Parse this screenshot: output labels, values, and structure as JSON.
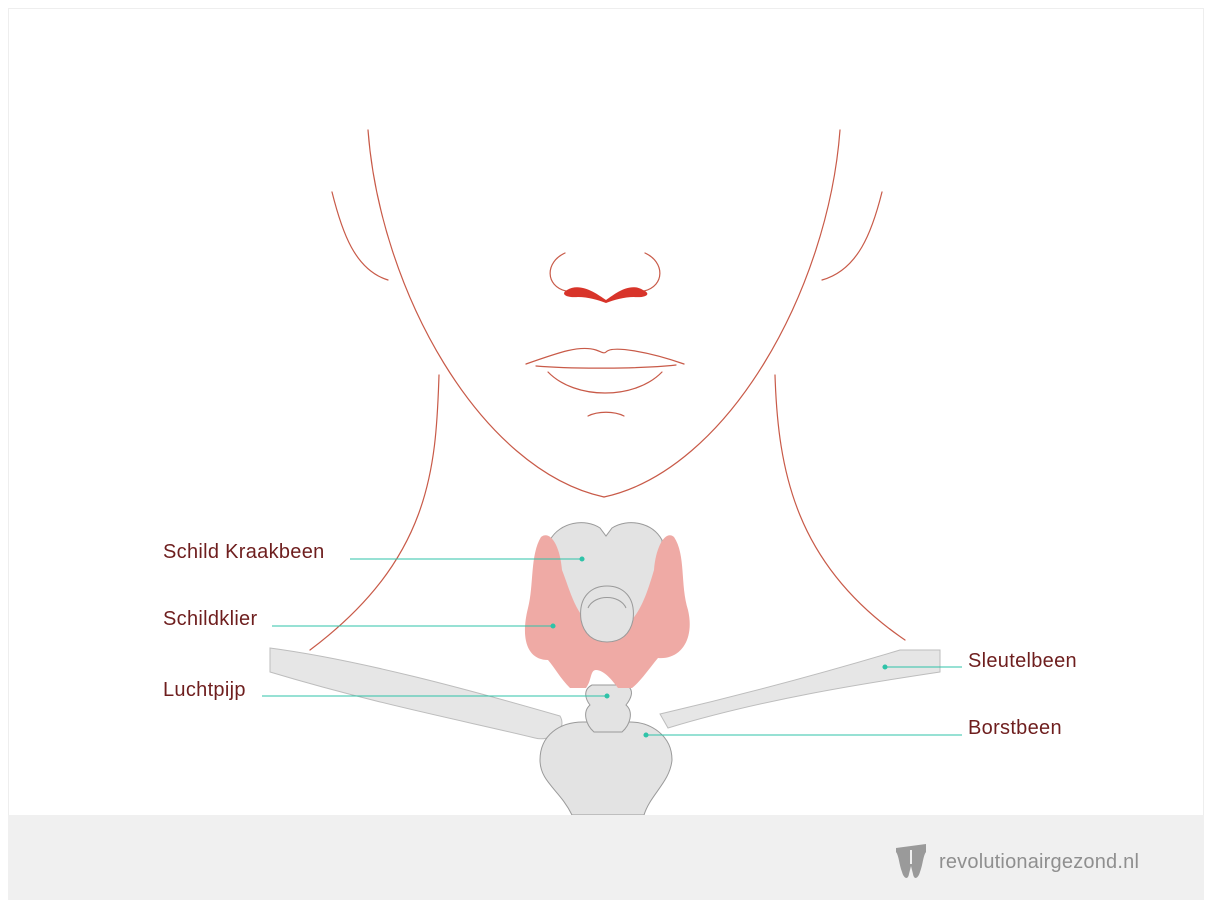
{
  "colors": {
    "outline": "#c85a48",
    "nose": "#d8342a",
    "gland": "#efaaa5",
    "bone": "#e3e3e3",
    "bone_stroke": "#aaaaaa",
    "leader": "#2fc3a8",
    "label": "#6e1e1e",
    "footer_bg": "#f0f0f0",
    "brand": "#8f8f8f"
  },
  "labels": {
    "cartilage": "Schild Kraakbeen",
    "thyroid": "Schildklier",
    "trachea": "Luchtpijp",
    "clavicle": "Sleutelbeen",
    "sternum": "Borstbeen"
  },
  "brand": {
    "name": "revolutionairgezond.nl",
    "icon": "tooth-logo-icon"
  }
}
